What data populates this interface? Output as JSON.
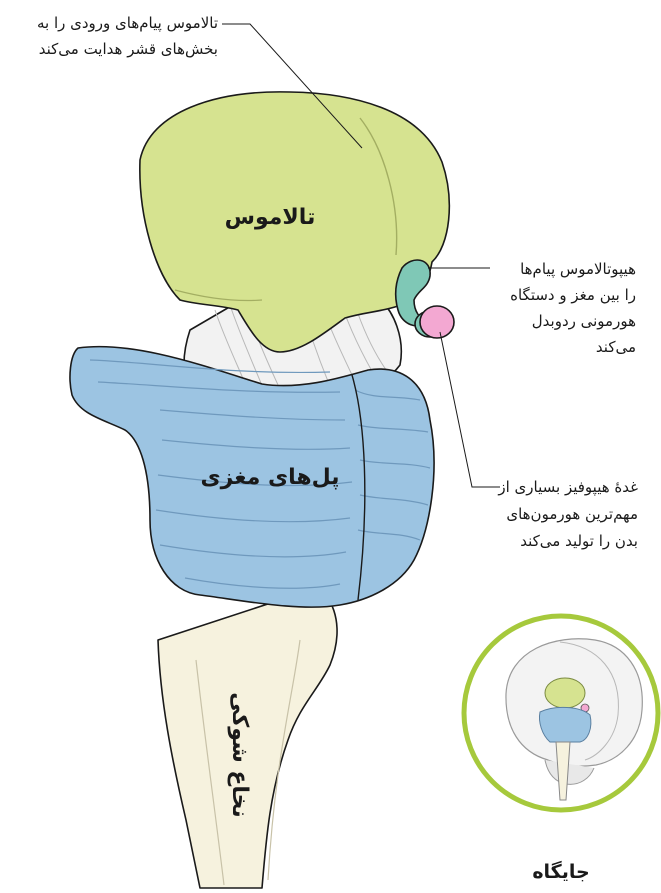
{
  "labels": {
    "thalamus": "تالاموس",
    "pons": "پل‌های مغزی",
    "spinal_cord": "نخاع شوکی",
    "location": "جایگاه"
  },
  "callouts": {
    "thalamus_line1": "تالاموس پیام‌های ورودی را به",
    "thalamus_line2": "بخش‌های قشر هدایت می‌کند",
    "hypothalamus_line1": "هیپوتالاموس پیام‌ها",
    "hypothalamus_line2": "را بین مغز و دستگاه",
    "hypothalamus_line3": "هورمونی ردوبدل",
    "hypothalamus_line4": "می‌کند",
    "pituitary_line1": "غدهٔ هیپوفیز بسیاری از",
    "pituitary_line2": "مهم‌ترین هورمون‌های",
    "pituitary_line3": "بدن را تولید می‌کند"
  },
  "colors": {
    "thalamus": "#d6e390",
    "hypothalamus": "#7fc8b6",
    "pituitary": "#f3a8d2",
    "pons": "#9cc4e2",
    "spinal_cord": "#f6f2de",
    "location_ring": "#a6c93c"
  }
}
